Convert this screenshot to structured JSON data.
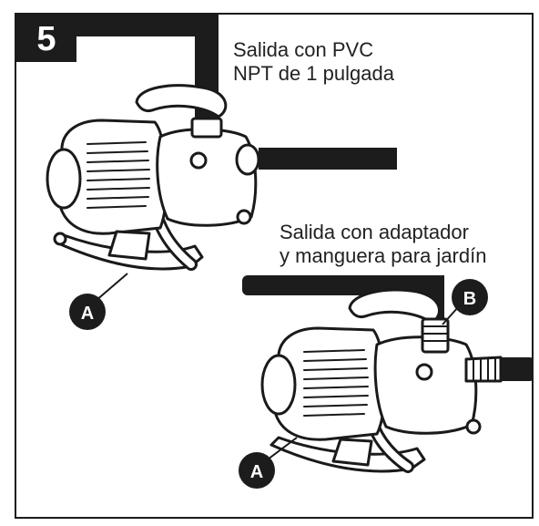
{
  "step": {
    "number": "5"
  },
  "pvc_outlet": {
    "caption_line1": "Salida con PVC",
    "caption_line2": "NPT de 1 pulgada"
  },
  "hose_outlet": {
    "caption_line1": "Salida con adaptador",
    "caption_line2": "y manguera para jardín"
  },
  "callouts": {
    "a_top": "A",
    "a_bottom": "A",
    "b": "B"
  },
  "colors": {
    "ink": "#1a1a1a",
    "badge": "#1c1c1c",
    "background": "#ffffff"
  },
  "icons": [
    "pump-top-icon",
    "pump-bottom-icon",
    "pvc-pipe-icon",
    "garden-hose-icon"
  ]
}
